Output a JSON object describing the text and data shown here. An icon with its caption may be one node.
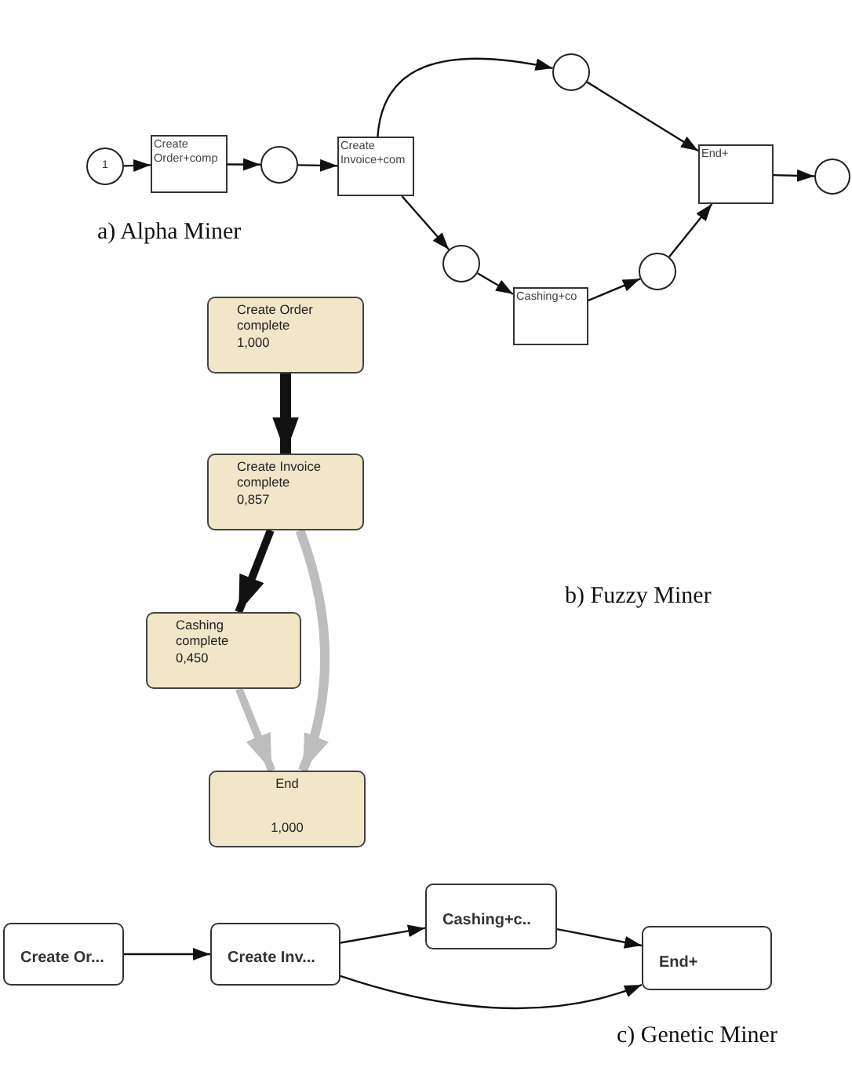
{
  "diagram": {
    "nodes": [
      {
        "text": [
          "1"
        ]
      },
      {
        "text": [
          "Create Order+comp"
        ]
      },
      {
        "text": [],
        "shape": "circle"
      },
      {
        "text": [
          "Create Invoice+com"
        ]
      },
      {
        "text": [],
        "shape": "circle"
      },
      {
        "text": [
          "End+"
        ]
      },
      {
        "text": [],
        "shape": "circle"
      },
      {
        "text": [],
        "shape": "circle"
      },
      {
        "text": [
          "Cashing+co"
        ]
      },
      {
        "text": [],
        "shape": "circle"
      },
      {
        "text": [
          "Create Order complete",
          "1,000"
        ]
      },
      {
        "text": [
          "Create Invoice complete",
          "0,857"
        ]
      },
      {
        "text": [
          "Cashing complete",
          "0,450"
        ]
      },
      {
        "text": [
          "End",
          "1,000"
        ]
      },
      {
        "text": [
          "Create Or..."
        ]
      },
      {
        "text": [
          "Create Inv..."
        ]
      },
      {
        "text": [
          "Cashing+c.."
        ]
      },
      {
        "text": [
          "End+"
        ]
      }
    ],
    "edges": [
      {
        "from": 0,
        "to": 1,
        "arrow": "to"
      },
      {
        "from": 1,
        "to": 2,
        "arrow": "to"
      },
      {
        "from": 2,
        "to": 3,
        "arrow": "to"
      },
      {
        "from": 3,
        "to": 4,
        "arrow": "to"
      },
      {
        "from": 4,
        "to": 5,
        "arrow": "to"
      },
      {
        "from": 3,
        "to": 7,
        "arrow": "to"
      },
      {
        "from": 7,
        "to": 8,
        "arrow": "to"
      },
      {
        "from": 8,
        "to": 9,
        "arrow": "to"
      },
      {
        "from": 9,
        "to": 5,
        "arrow": "to"
      },
      {
        "from": 5,
        "to": 6,
        "arrow": "to"
      },
      {
        "from": 10,
        "to": 11,
        "arrow": "to",
        "style": "thick"
      },
      {
        "from": 11,
        "to": 12,
        "arrow": "to",
        "style": "thick"
      },
      {
        "from": 12,
        "to": 13,
        "arrow": "to",
        "style": "thick",
        "color": "#bdbdbd"
      },
      {
        "from": 11,
        "to": 13,
        "arrow": "to",
        "style": "thick",
        "color": "#bdbdbd"
      },
      {
        "from": 14,
        "to": 15,
        "arrow": "to"
      },
      {
        "from": 15,
        "to": 16,
        "arrow": "to"
      },
      {
        "from": 16,
        "to": 17,
        "arrow": "to"
      },
      {
        "from": 15,
        "to": 17,
        "arrow": "to"
      }
    ],
    "labels": [
      "a) Alpha Miner",
      "b) Fuzzy Miner",
      "c) Genetic Miner"
    ]
  }
}
